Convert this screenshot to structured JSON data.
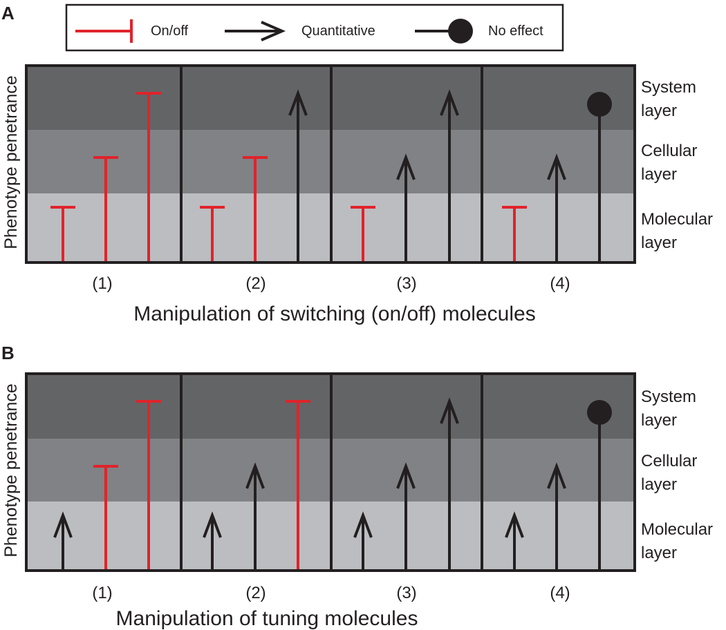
{
  "colors": {
    "inhibit": "#e0232b",
    "arrow": "#231f20",
    "system_layer": "#636466",
    "cellular_layer": "#808285",
    "molecular_layer": "#bcbdc0",
    "frame": "#231f20"
  },
  "icons": {
    "on_off": "t-bar-inhibition-icon",
    "quantitative": "open-arrowhead-icon",
    "no_effect": "filled-circle-end-icon"
  },
  "legend": {
    "items": [
      {
        "key": "on_off",
        "label": "On/off"
      },
      {
        "key": "quantitative",
        "label": "Quantitative"
      },
      {
        "key": "no_effect",
        "label": "No effect"
      }
    ]
  },
  "y_axis_label": "Phenotype penetrance",
  "layers": [
    {
      "id": "system",
      "line1": "System",
      "line2": "layer"
    },
    {
      "id": "cellular",
      "line1": "Cellular",
      "line2": "layer"
    },
    {
      "id": "molecular",
      "line1": "Molecular",
      "line2": "layer"
    }
  ],
  "panels": [
    {
      "label": "A",
      "x_title": "Manipulation of switching (on/off) molecules",
      "columns": [
        {
          "label": "(1)",
          "effects": [
            {
              "type": "on_off",
              "level": "molecular"
            },
            {
              "type": "on_off",
              "level": "cellular"
            },
            {
              "type": "on_off",
              "level": "system"
            }
          ]
        },
        {
          "label": "(2)",
          "effects": [
            {
              "type": "on_off",
              "level": "molecular"
            },
            {
              "type": "on_off",
              "level": "cellular"
            },
            {
              "type": "quantitative",
              "level": "system"
            }
          ]
        },
        {
          "label": "(3)",
          "effects": [
            {
              "type": "on_off",
              "level": "molecular"
            },
            {
              "type": "quantitative",
              "level": "cellular"
            },
            {
              "type": "quantitative",
              "level": "system"
            }
          ]
        },
        {
          "label": "(4)",
          "effects": [
            {
              "type": "on_off",
              "level": "molecular"
            },
            {
              "type": "quantitative",
              "level": "cellular"
            },
            {
              "type": "no_effect",
              "level": "system"
            }
          ]
        }
      ]
    },
    {
      "label": "B",
      "x_title": "Manipulation of tuning molecules",
      "columns": [
        {
          "label": "(1)",
          "effects": [
            {
              "type": "quantitative",
              "level": "molecular"
            },
            {
              "type": "on_off",
              "level": "cellular"
            },
            {
              "type": "on_off",
              "level": "system"
            }
          ]
        },
        {
          "label": "(2)",
          "effects": [
            {
              "type": "quantitative",
              "level": "molecular"
            },
            {
              "type": "quantitative",
              "level": "cellular"
            },
            {
              "type": "on_off",
              "level": "system"
            }
          ]
        },
        {
          "label": "(3)",
          "effects": [
            {
              "type": "quantitative",
              "level": "molecular"
            },
            {
              "type": "quantitative",
              "level": "cellular"
            },
            {
              "type": "quantitative",
              "level": "system"
            }
          ]
        },
        {
          "label": "(4)",
          "effects": [
            {
              "type": "quantitative",
              "level": "molecular"
            },
            {
              "type": "quantitative",
              "level": "cellular"
            },
            {
              "type": "no_effect",
              "level": "system"
            }
          ]
        }
      ]
    }
  ]
}
